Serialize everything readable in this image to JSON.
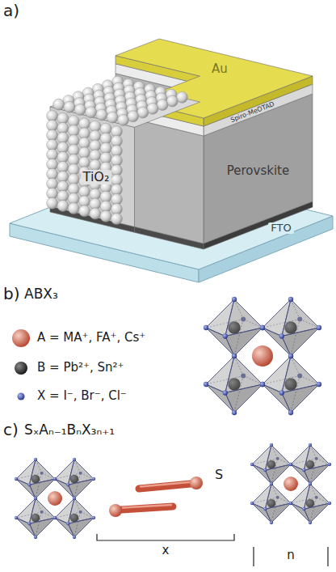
{
  "diagram": {
    "nodes": [
      {
        "text": [
          "Au"
        ]
      },
      {
        "text": [
          "Spiro-MeOTAD"
        ]
      },
      {
        "text": [
          "Perovskite"
        ]
      },
      {
        "text": [
          "TiO₂"
        ]
      },
      {
        "text": [
          "FTO"
        ]
      }
    ],
    "labels": [
      "a)",
      "b)",
      "ABX₃",
      "c)",
      "SₓAₙ₋₁BₙX₃ₙ₊₁",
      "S",
      "x",
      "n"
    ],
    "legend": [
      {
        "text": "A = MA⁺, FA⁺, Cs⁺"
      },
      {
        "text": "B = Pb²⁺, Sn²⁺"
      },
      {
        "text": "X = I⁻, Br⁻, Cl⁻"
      }
    ]
  }
}
